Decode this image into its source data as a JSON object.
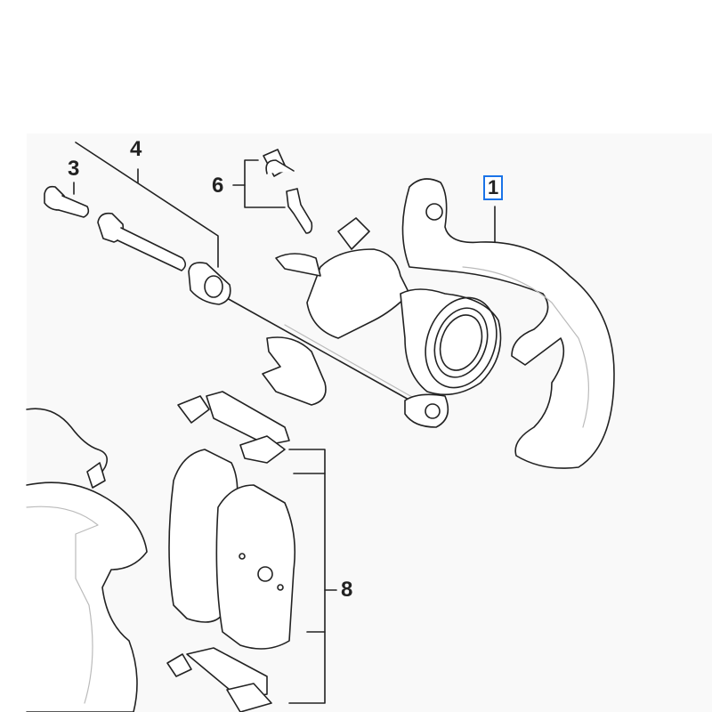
{
  "diagram": {
    "callouts": {
      "part_1": "1",
      "part_3": "3",
      "part_4": "4",
      "part_6": "6",
      "part_8": "8"
    },
    "highlight_color": "#1a73e8"
  }
}
